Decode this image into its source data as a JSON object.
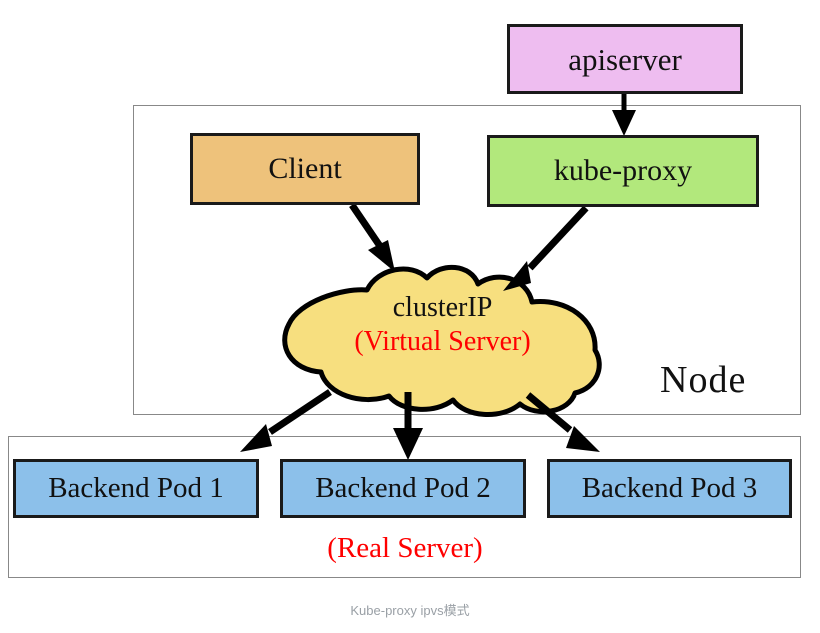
{
  "diagram": {
    "caption": "Kube-proxy ipvs模式",
    "node_label": "Node",
    "real_server_label": "(Real Server)",
    "nodes": {
      "apiserver": {
        "label": "apiserver",
        "color": "#eebdf0"
      },
      "client": {
        "label": "Client",
        "color": "#eec27b"
      },
      "kube_proxy": {
        "label": "kube-proxy",
        "color": "#b2e87c"
      },
      "cluster_ip": {
        "label_primary": "clusterIP",
        "label_secondary": "(Virtual Server)",
        "color": "#f7df7f",
        "secondary_color": "#ff0000"
      }
    },
    "pods": [
      {
        "label": "Backend Pod 1",
        "color": "#8cc0ea"
      },
      {
        "label": "Backend Pod 2",
        "color": "#8cc0ea"
      },
      {
        "label": "Backend Pod 3",
        "color": "#8cc0ea"
      }
    ],
    "edges": [
      {
        "from": "apiserver",
        "to": "kube-proxy"
      },
      {
        "from": "client",
        "to": "clusterIP"
      },
      {
        "from": "kube-proxy",
        "to": "clusterIP"
      },
      {
        "from": "clusterIP",
        "to": "Backend Pod 1"
      },
      {
        "from": "clusterIP",
        "to": "Backend Pod 2"
      },
      {
        "from": "clusterIP",
        "to": "Backend Pod 3"
      }
    ]
  }
}
